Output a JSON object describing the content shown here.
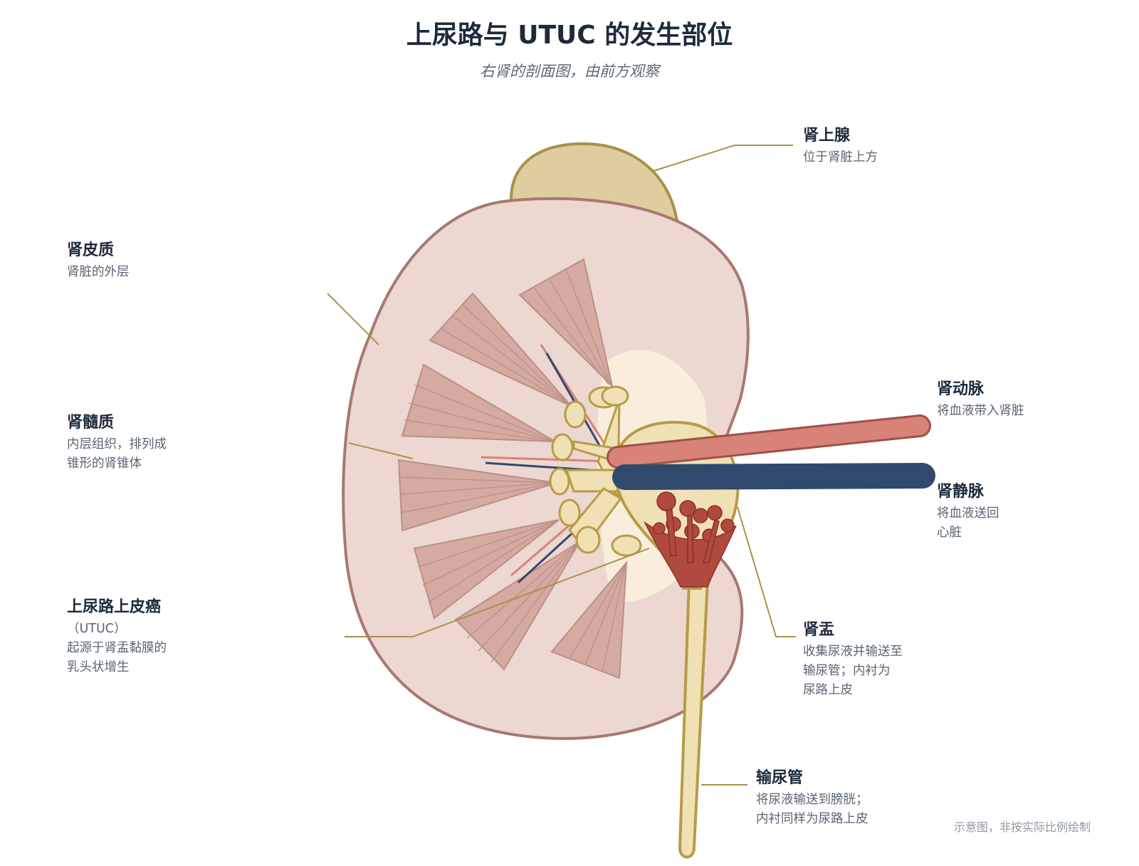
{
  "title": "上尿路与 UTUC 的发生部位",
  "subtitle": "右肾的剖面图，由前方观察",
  "labels": {
    "adrenal": {
      "name": "肾上腺",
      "lines": [
        "位于肾脏上方"
      ]
    },
    "cortex": {
      "name": "肾皮质",
      "lines": [
        "肾脏的外层"
      ]
    },
    "medulla": {
      "name": "肾髓质",
      "lines": [
        "内层组织，排列成",
        "锥形的肾锥体"
      ]
    },
    "utuc": {
      "name": "上尿路上皮癌",
      "lines": [
        "（UTUC）",
        "起源于肾盂黏膜的",
        "乳头状增生"
      ]
    },
    "artery": {
      "name": "肾动脉",
      "lines": [
        "将血液带入肾脏"
      ]
    },
    "vein": {
      "name": "肾静脉",
      "lines": [
        "将血液送回",
        "心脏"
      ]
    },
    "pelvis": {
      "name": "肾盂",
      "lines": [
        "收集尿液并输送至",
        "输尿管；内衬为",
        "尿路上皮"
      ]
    },
    "ureter": {
      "name": "输尿管",
      "lines": [
        "将尿液输送到膀胱；",
        "内衬同样为尿路上皮"
      ]
    }
  },
  "footnote": "示意图，非按实际比例绘制",
  "colors": {
    "kidney_fill": "#ecd7d1",
    "kidney_outline": "#a87872",
    "pyramid_fill": "#d4aaa2",
    "pyramid_stroke": "#ba8f86",
    "adrenal_fill": "#dfcc9f",
    "pelvis_fill": "#f0e1b4",
    "pelvis_outline": "#b79b48",
    "tumor": "#b04a40",
    "artery": "#d98277",
    "vein": "#2f4a6d",
    "leader": "#a8924a"
  }
}
